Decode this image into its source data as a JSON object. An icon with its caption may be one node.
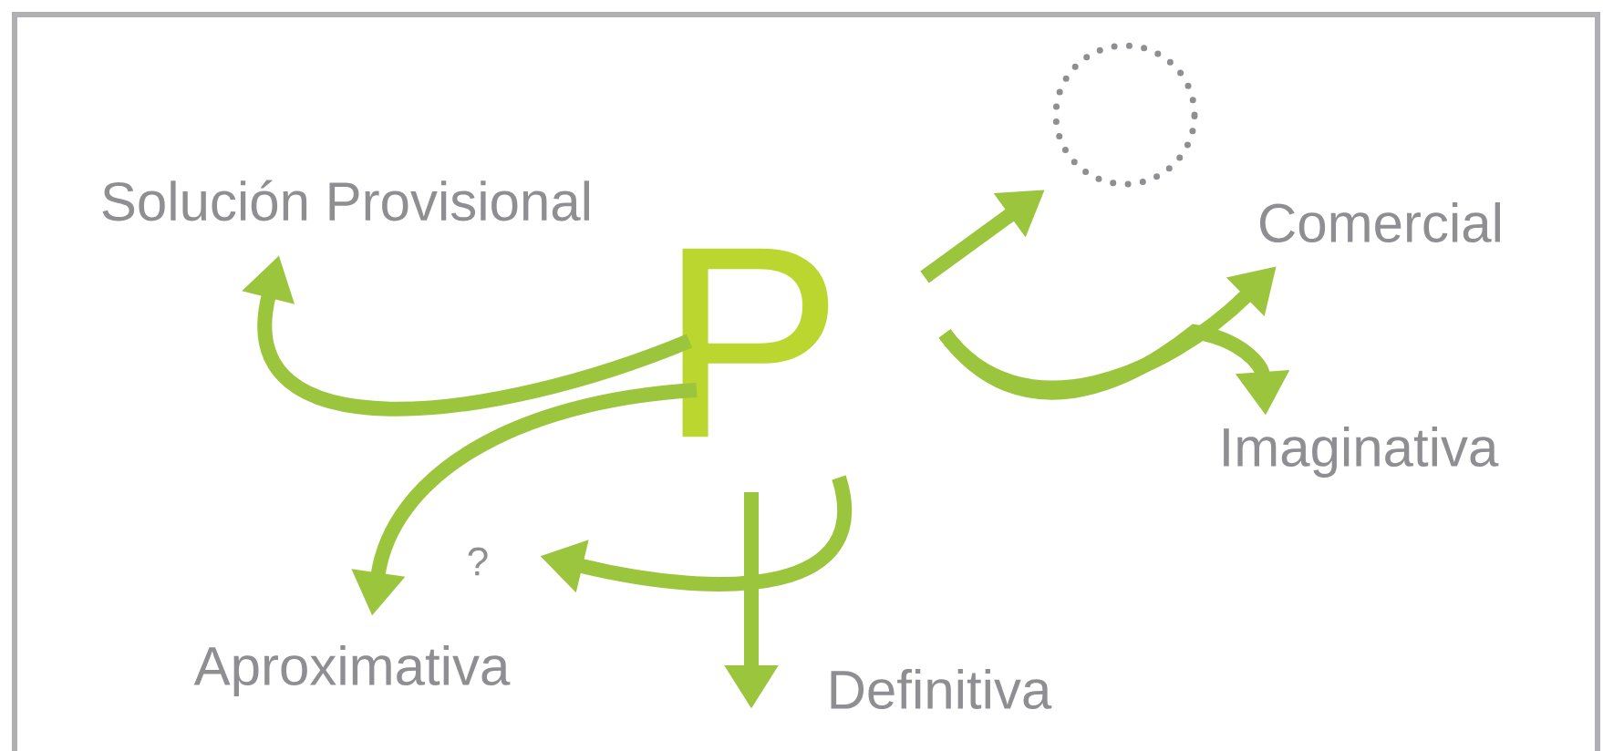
{
  "diagram": {
    "nodes": [
      {
        "text": [
          "P"
        ]
      },
      {
        "text": [
          "Solución Provisional"
        ]
      },
      {
        "text": [
          "Aproximativa"
        ]
      },
      {
        "text": [
          "?"
        ]
      },
      {
        "text": [
          "Definitiva"
        ]
      },
      {
        "text": [],
        "shape": "circle"
      },
      {
        "text": [
          "Comercial"
        ]
      },
      {
        "text": [
          "Imaginativa"
        ]
      }
    ],
    "edges": [
      {
        "from": 0,
        "to": 1,
        "arrow": "to"
      },
      {
        "from": 0,
        "to": 2,
        "arrow": "to"
      },
      {
        "from": 0,
        "to": 3,
        "arrow": "to"
      },
      {
        "from": 0,
        "to": 4,
        "arrow": "to"
      },
      {
        "from": 0,
        "to": 5,
        "arrow": "to"
      },
      {
        "from": 0,
        "to": 6,
        "arrow": "to"
      },
      {
        "from": 0,
        "to": 7,
        "arrow": "to"
      }
    ]
  }
}
